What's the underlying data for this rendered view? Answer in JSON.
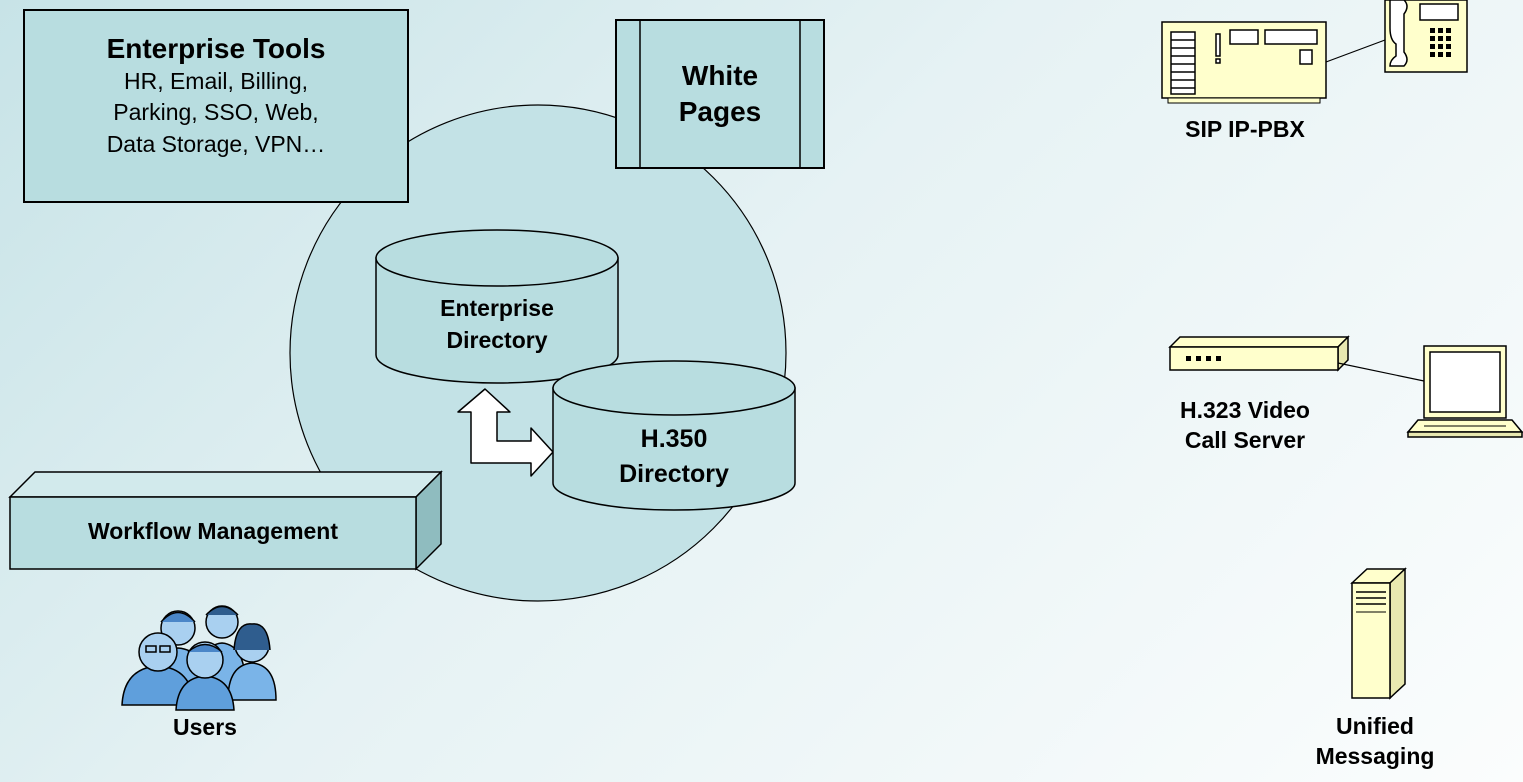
{
  "enterprise_tools": {
    "title": "Enterprise Tools",
    "line1": "HR, Email, Billing,",
    "line2": "Parking, SSO, Web,",
    "line3": "Data Storage, VPN…"
  },
  "white_pages": {
    "line1": "White",
    "line2": "Pages"
  },
  "enterprise_directory": {
    "line1": "Enterprise",
    "line2": "Directory"
  },
  "h350_directory": {
    "line1": "H.350",
    "line2": "Directory"
  },
  "workflow_management": {
    "label": "Workflow Management"
  },
  "users": {
    "label": "Users"
  },
  "sip_pbx": {
    "label": "SIP IP-PBX"
  },
  "video_server": {
    "line1": "H.323 Video",
    "line2": "Call Server"
  },
  "unified_messaging": {
    "line1": "Unified",
    "line2": "Messaging"
  },
  "colors": {
    "box_fill": "#b8dde0",
    "box_dark": "#8fbcbf",
    "device_fill": "#ffffcc",
    "person_fill": "#7ab4e8",
    "stroke": "#000000"
  }
}
